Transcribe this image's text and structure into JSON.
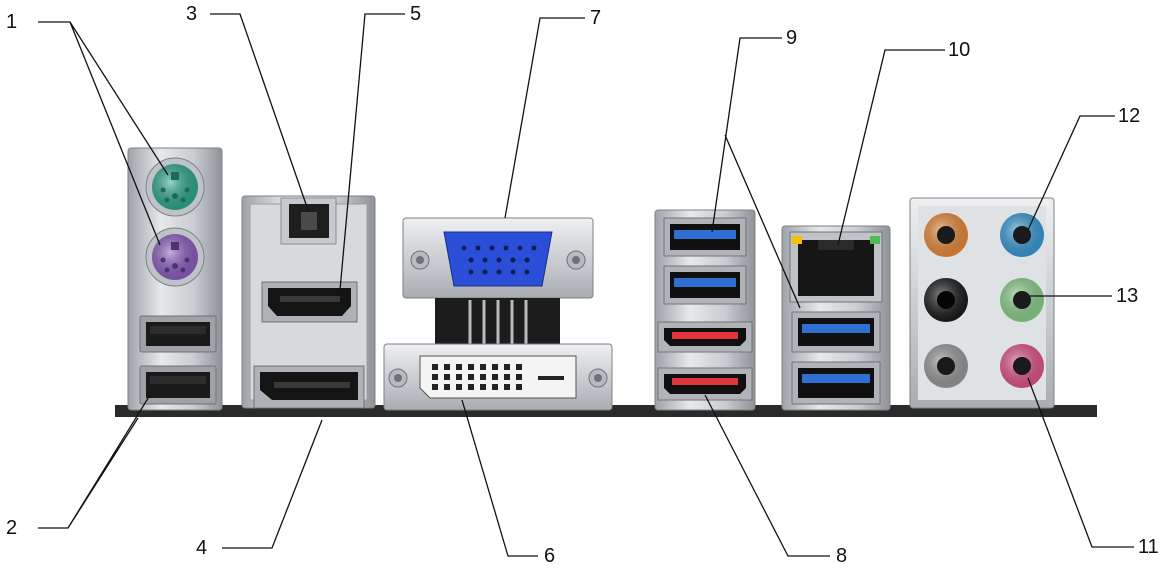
{
  "callouts": [
    {
      "id": "1",
      "label": "1"
    },
    {
      "id": "2",
      "label": "2"
    },
    {
      "id": "3",
      "label": "3"
    },
    {
      "id": "4",
      "label": "4"
    },
    {
      "id": "5",
      "label": "5"
    },
    {
      "id": "6",
      "label": "6"
    },
    {
      "id": "7",
      "label": "7"
    },
    {
      "id": "8",
      "label": "8"
    },
    {
      "id": "9",
      "label": "9"
    },
    {
      "id": "10",
      "label": "10"
    },
    {
      "id": "11",
      "label": "11"
    },
    {
      "id": "12",
      "label": "12"
    },
    {
      "id": "13",
      "label": "13"
    }
  ],
  "colors": {
    "ps2_keyboard": "#8b5fbf",
    "ps2_mouse": "#2ea98a",
    "usb3_blue": "#2f6fd1",
    "esata_red": "#e0353b",
    "vga_blue": "#2a4fd6",
    "audio_orange": "#e98a3c",
    "audio_blue": "#3a9ad9",
    "audio_green": "#8cd08c",
    "audio_pink": "#e0558a",
    "audio_black": "#1b1b1b",
    "audio_gray": "#9a9a9a",
    "metal": "#cfd2d6",
    "board": "#2a2a2a"
  }
}
